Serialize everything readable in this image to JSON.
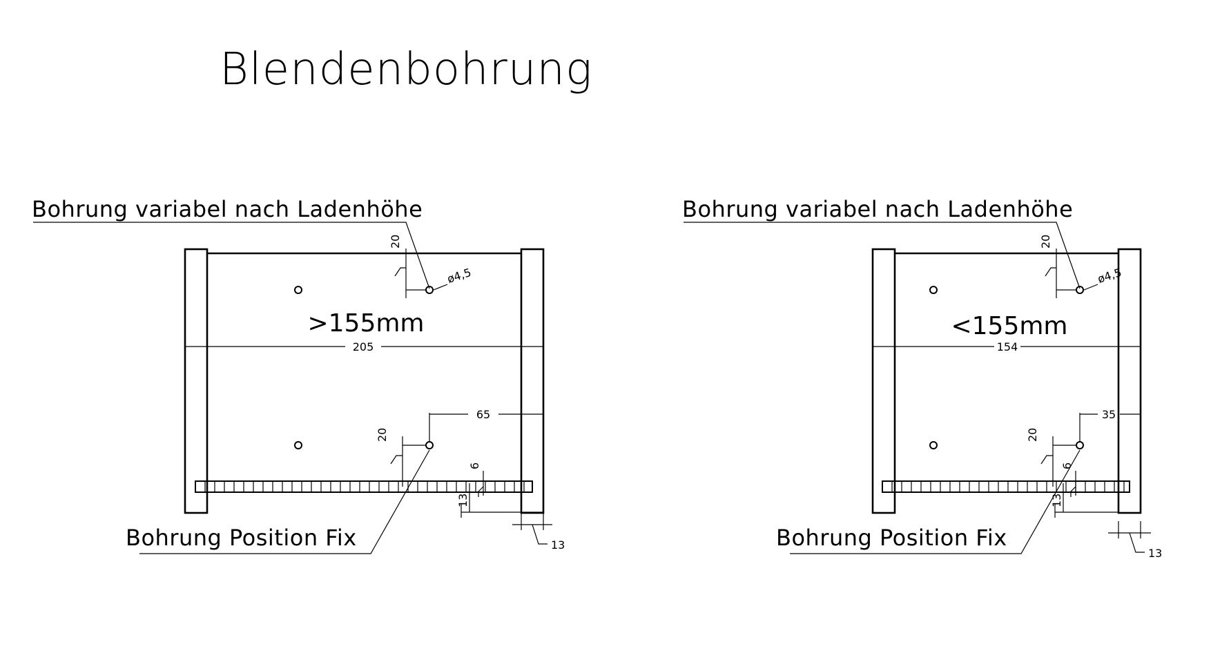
{
  "title": "Blendenbohrung",
  "views": [
    {
      "label_variable": "Bohrung variabel nach Ladenhöhe",
      "label_fixed": "Bohrung Position Fix",
      "height_text": ">155mm",
      "dim_height": "205",
      "dim_offset": "65",
      "dim_top": "20",
      "dim_bottom": "20",
      "dim_6": "6",
      "dim_13_vertical": "13",
      "dim_13_horizontal": "13",
      "hole_diameter": "ø4,5"
    },
    {
      "label_variable": "Bohrung variabel nach Ladenhöhe",
      "label_fixed": "Bohrung Position Fix",
      "height_text": "<155mm",
      "dim_height": "154",
      "dim_offset": "35",
      "dim_top": "20",
      "dim_bottom": "20",
      "dim_6": "6",
      "dim_13_vertical": "13",
      "dim_13_horizontal": "13",
      "hole_diameter": "ø4,5"
    }
  ]
}
